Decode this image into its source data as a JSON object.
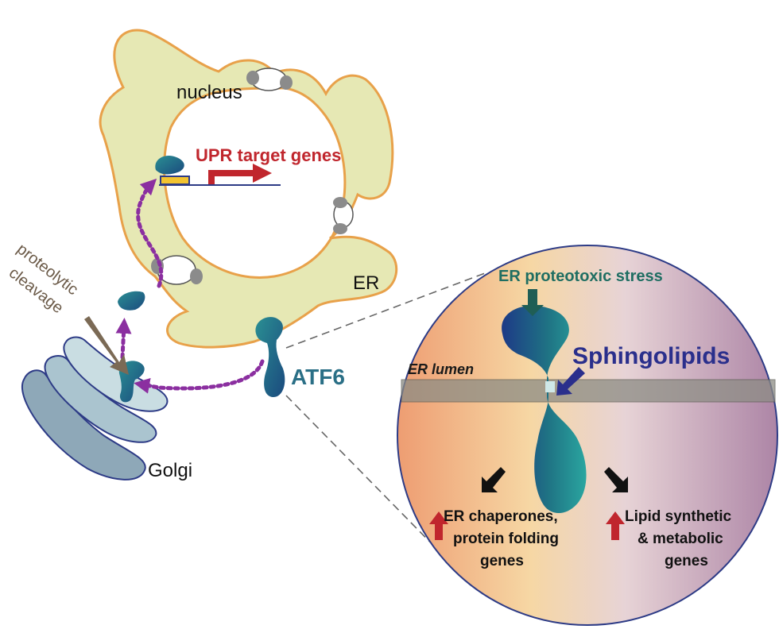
{
  "labels": {
    "nucleus": "nucleus",
    "upr_target_genes": "UPR target genes",
    "er": "ER",
    "atf6": "ATF6",
    "golgi": "Golgi",
    "proteolytic": "proteolytic",
    "cleavage": "cleavage",
    "er_proteotoxic_stress": "ER proteotoxic stress",
    "sphingolipids": "Sphingolipids",
    "er_lumen": "ER lumen",
    "er_chaperones_line1": "ER chaperones,",
    "er_chaperones_line2": "protein folding",
    "er_chaperones_line3": "genes",
    "lipid_line1": "Lipid synthetic",
    "lipid_line2": "& metabolic",
    "lipid_line3": "genes"
  },
  "colors": {
    "er_fill": "#e6e8b4",
    "er_outline": "#e8a14a",
    "er_outline_inner": "#8a5aa0",
    "atf6_teal": "#1f7f86",
    "atf6_dark": "#1d3f8a",
    "purple_arrow": "#8b2fa0",
    "red": "#c0262d",
    "green_arrow": "#1f5e55",
    "sphingo_blue": "#2a2f8c",
    "golgi_fill": "#c7d8dd",
    "golgi_outline": "#2d3b86",
    "brown_arrow": "#7b6a55",
    "membrane_gray": "#8c8c84"
  }
}
